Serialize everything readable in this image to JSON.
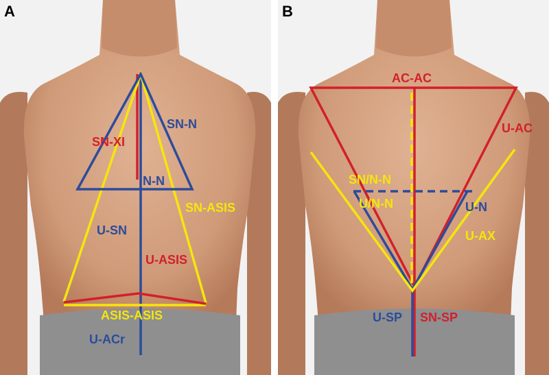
{
  "colors": {
    "red": "#d2202a",
    "blue": "#2b4c9b",
    "yellow": "#f5e60c",
    "skin_light": "#e3b79a",
    "skin_mid": "#cd9573",
    "skin_dark": "#b07556",
    "shorts": "#8f8f8f",
    "background": "#f2f2f2"
  },
  "panel_a": {
    "letter": "A",
    "labels": {
      "sn_xi": "SN-XI",
      "sn_n": "SN-N",
      "n_n": "N-N",
      "sn_asis": "SN-ASIS",
      "u_sn": "U-SN",
      "u_asis": "U-ASIS",
      "asis_asis": "ASIS-ASIS",
      "u_acr": "U-ACr"
    }
  },
  "panel_b": {
    "letter": "B",
    "labels": {
      "ac_ac": "AC-AC",
      "u_ac": "U-AC",
      "sn_n_n": "SN/N-N",
      "u_n_n": "U/N-N",
      "u_n": "U-N",
      "u_ax": "U-AX",
      "u_sp": "U-SP",
      "sn_sp": "SN-SP"
    }
  }
}
